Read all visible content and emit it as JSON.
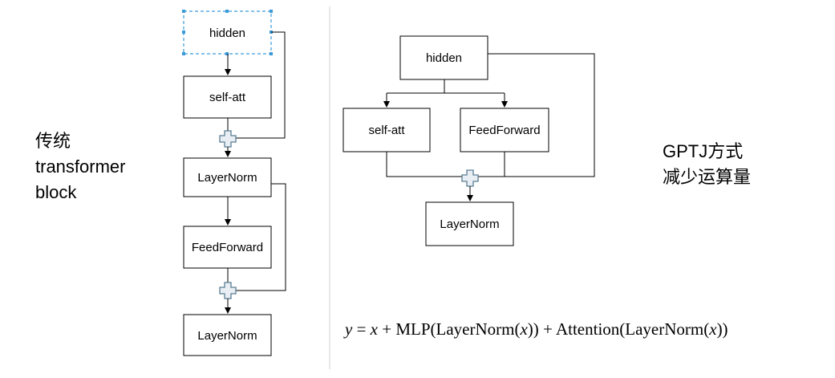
{
  "left_caption": {
    "line1": "传统",
    "line2": "transformer",
    "line3": "block"
  },
  "right_caption": {
    "line1": "GPTJ方式",
    "line2": "减少运算量"
  },
  "traditional_block": {
    "hidden": "hidden",
    "self_att": "self-att",
    "layernorm_1": "LayerNorm",
    "feedforward": "FeedForward",
    "layernorm_2": "LayerNorm"
  },
  "gptj_block": {
    "hidden": "hidden",
    "self_att": "self-att",
    "feedforward": "FeedForward",
    "layernorm": "LayerNorm"
  },
  "formula": {
    "y": "y",
    "eq": " = ",
    "x1": "x",
    "plus1": " + MLP(LayerNorm(",
    "x2": "x",
    "close1": ")) + Attention(LayerNorm(",
    "x3": "x",
    "close2": "))"
  },
  "colors": {
    "stroke": "#000000",
    "selection": "#3a9bd9",
    "adder_fill": "#e8eef3",
    "adder_stroke": "#5a7e93",
    "divider": "#d0d0d0"
  }
}
